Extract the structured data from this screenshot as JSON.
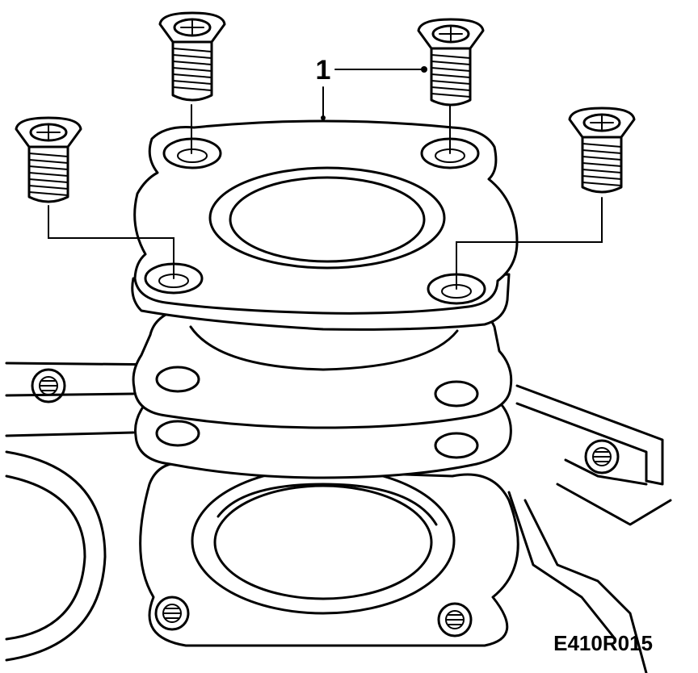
{
  "callout": {
    "number": "1"
  },
  "figure": {
    "code": "E410R015"
  },
  "colors": {
    "line": "#000000",
    "background": "#ffffff"
  },
  "parts": [
    {
      "id": "screw",
      "icon": "countersunk-screw-icon",
      "count": 4
    },
    {
      "id": "flange-gasket",
      "icon": "gasket-icon",
      "count": 2
    },
    {
      "id": "flange-plate",
      "icon": "flange-icon",
      "count": 1
    },
    {
      "id": "engine-block",
      "icon": "engine-block-icon",
      "count": 1
    }
  ]
}
